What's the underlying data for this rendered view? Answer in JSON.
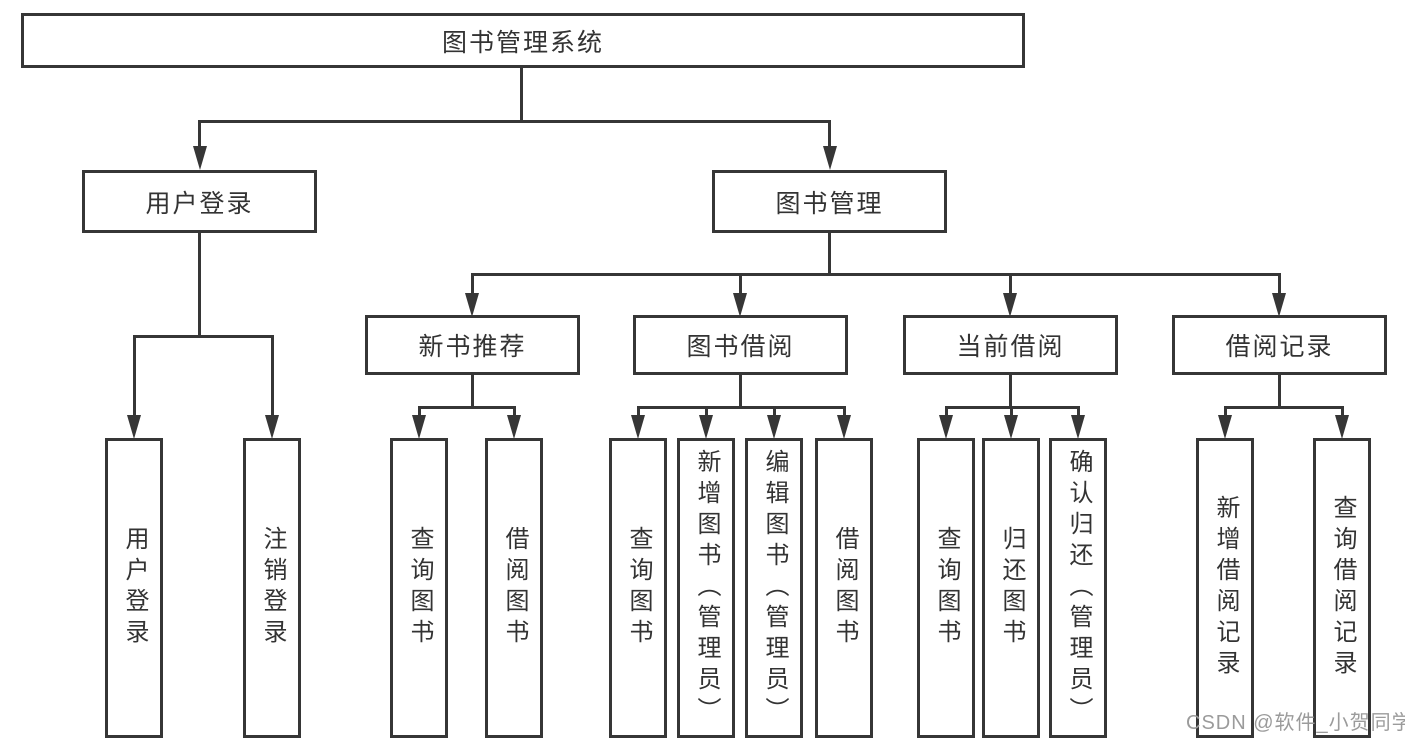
{
  "colors": {
    "line": "#363636",
    "text": "#333333",
    "background": "#ffffff",
    "watermark": "#9b9b9b"
  },
  "watermark": {
    "text": "CSDN @软件_小贺同学"
  },
  "tree": {
    "root": {
      "label": "图书管理系统"
    },
    "branches": [
      {
        "label": "用户登录",
        "children": [
          {
            "label": "用户登录"
          },
          {
            "label": "注销登录"
          }
        ]
      },
      {
        "label": "图书管理",
        "children": [
          {
            "label": "新书推荐",
            "children": [
              {
                "label": "查询图书"
              },
              {
                "label": "借阅图书"
              }
            ]
          },
          {
            "label": "图书借阅",
            "children": [
              {
                "label": "查询图书"
              },
              {
                "label": "新增图书（管理员）"
              },
              {
                "label": "编辑图书（管理员）"
              },
              {
                "label": "借阅图书"
              }
            ]
          },
          {
            "label": "当前借阅",
            "children": [
              {
                "label": "查询图书"
              },
              {
                "label": "归还图书"
              },
              {
                "label": "确认归还（管理员）"
              }
            ]
          },
          {
            "label": "借阅记录",
            "children": [
              {
                "label": "新增借阅记录"
              },
              {
                "label": "查询借阅记录"
              }
            ]
          }
        ]
      }
    ]
  }
}
